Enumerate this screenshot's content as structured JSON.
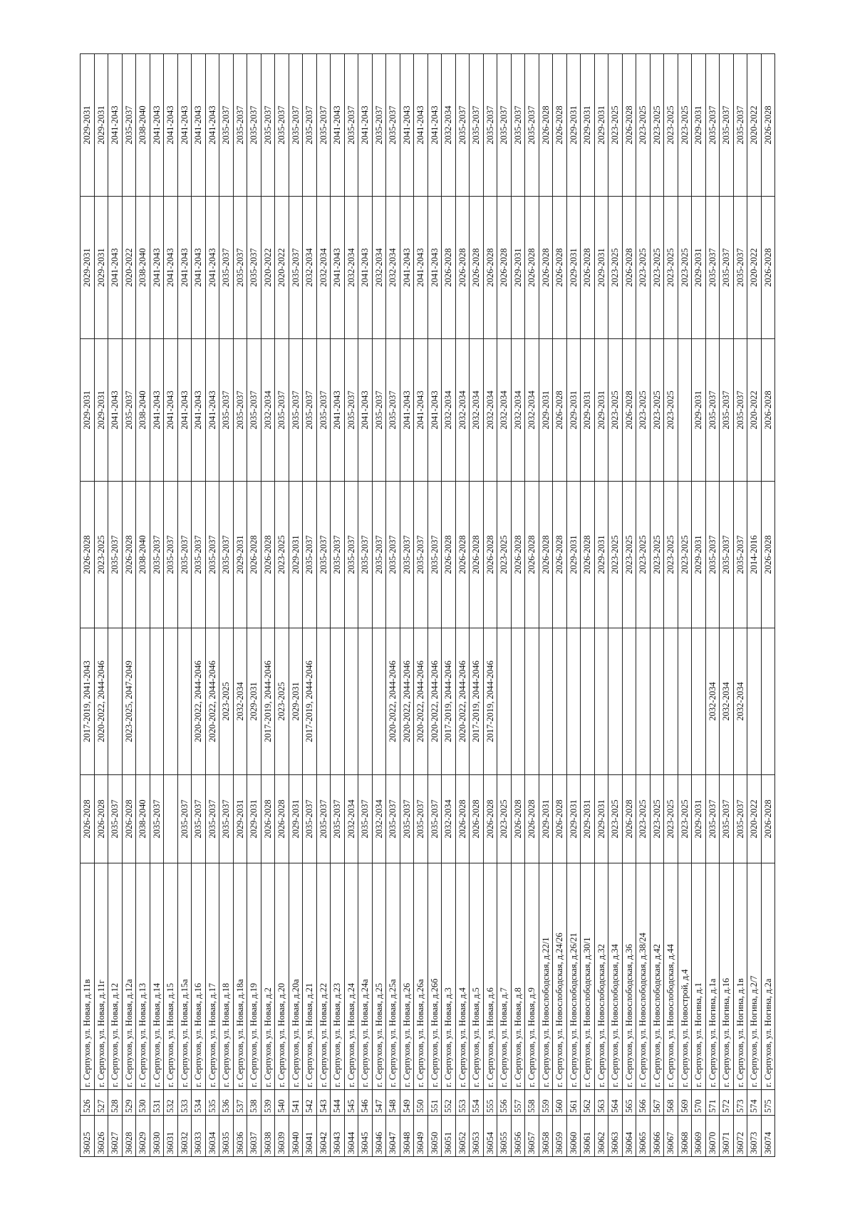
{
  "rows": [
    {
      "id": "36025",
      "num": "526",
      "address": "г. Серпухов, ул. Новая, д.11в",
      "p1": "2026-2028",
      "p2": "2017-2019, 2041-2043",
      "p3": "2026-2028",
      "p4": "2029-2031",
      "p5": "2029-2031",
      "p6": "2029-2031"
    },
    {
      "id": "36026",
      "num": "527",
      "address": "г. Серпухов, ул. Новая, д.11г",
      "p1": "2026-2028",
      "p2": "2020-2022, 2044-2046",
      "p3": "2023-2025",
      "p4": "2029-2031",
      "p5": "2029-2031",
      "p6": "2029-2031"
    },
    {
      "id": "36027",
      "num": "528",
      "address": "г. Серпухов, ул. Новая, д.12",
      "p1": "2035-2037",
      "p2": "",
      "p3": "2035-2037",
      "p4": "2041-2043",
      "p5": "2041-2043",
      "p6": "2041-2043"
    },
    {
      "id": "36028",
      "num": "529",
      "address": "г. Серпухов, ул. Новая, д.12а",
      "p1": "2026-2028",
      "p2": "2023-2025, 2047-2049",
      "p3": "2026-2028",
      "p4": "2035-2037",
      "p5": "2020-2022",
      "p6": "2035-2037"
    },
    {
      "id": "36029",
      "num": "530",
      "address": "г. Серпухов, ул. Новая, д.13",
      "p1": "2038-2040",
      "p2": "",
      "p3": "2038-2040",
      "p4": "2038-2040",
      "p5": "2038-2040",
      "p6": "2038-2040"
    },
    {
      "id": "36030",
      "num": "531",
      "address": "г. Серпухов, ул. Новая, д.14",
      "p1": "2035-2037",
      "p2": "",
      "p3": "2035-2037",
      "p4": "2041-2043",
      "p5": "2041-2043",
      "p6": "2041-2043"
    },
    {
      "id": "36031",
      "num": "532",
      "address": "г. Серпухов, ул. Новая, д.15",
      "p1": "",
      "p2": "",
      "p3": "2035-2037",
      "p4": "2041-2043",
      "p5": "2041-2043",
      "p6": "2041-2043"
    },
    {
      "id": "36032",
      "num": "533",
      "address": "г. Серпухов, ул. Новая, д.15а",
      "p1": "2035-2037",
      "p2": "",
      "p3": "2035-2037",
      "p4": "2041-2043",
      "p5": "2041-2043",
      "p6": "2041-2043"
    },
    {
      "id": "36033",
      "num": "534",
      "address": "г. Серпухов, ул. Новая, д.16",
      "p1": "2035-2037",
      "p2": "2020-2022, 2044-2046",
      "p3": "2035-2037",
      "p4": "2041-2043",
      "p5": "2041-2043",
      "p6": "2041-2043"
    },
    {
      "id": "36034",
      "num": "535",
      "address": "г. Серпухов, ул. Новая, д.17",
      "p1": "2035-2037",
      "p2": "2020-2022, 2044-2046",
      "p3": "2035-2037",
      "p4": "2041-2043",
      "p5": "2041-2043",
      "p6": "2041-2043"
    },
    {
      "id": "36035",
      "num": "536",
      "address": "г. Серпухов, ул. Новая, д.18",
      "p1": "2035-2037",
      "p2": "2023-2025",
      "p3": "2035-2037",
      "p4": "2035-2037",
      "p5": "2035-2037",
      "p6": "2035-2037"
    },
    {
      "id": "36036",
      "num": "537",
      "address": "г. Серпухов, ул. Новая, д.18а",
      "p1": "2029-2031",
      "p2": "2032-2034",
      "p3": "2029-2031",
      "p4": "2035-2037",
      "p5": "2035-2037",
      "p6": "2035-2037"
    },
    {
      "id": "36037",
      "num": "538",
      "address": "г. Серпухов, ул. Новая, д.19",
      "p1": "2029-2031",
      "p2": "2029-2031",
      "p3": "2026-2028",
      "p4": "2035-2037",
      "p5": "2035-2037",
      "p6": "2035-2037"
    },
    {
      "id": "36038",
      "num": "539",
      "address": "г. Серпухов, ул. Новая, д.2",
      "p1": "2026-2028",
      "p2": "2017-2019, 2044-2046",
      "p3": "2026-2028",
      "p4": "2032-2034",
      "p5": "2020-2022",
      "p6": "2035-2037"
    },
    {
      "id": "36039",
      "num": "540",
      "address": "г. Серпухов, ул. Новая, д.20",
      "p1": "2026-2028",
      "p2": "2023-2025",
      "p3": "2023-2025",
      "p4": "2035-2037",
      "p5": "2020-2022",
      "p6": "2035-2037"
    },
    {
      "id": "36040",
      "num": "541",
      "address": "г. Серпухов, ул. Новая, д.20а",
      "p1": "2029-2031",
      "p2": "2029-2031",
      "p3": "2029-2031",
      "p4": "2035-2037",
      "p5": "2035-2037",
      "p6": "2035-2037"
    },
    {
      "id": "36041",
      "num": "542",
      "address": "г. Серпухов, ул. Новая, д.21",
      "p1": "2035-2037",
      "p2": "2017-2019, 2044-2046",
      "p3": "2035-2037",
      "p4": "2035-2037",
      "p5": "2032-2034",
      "p6": "2035-2037"
    },
    {
      "id": "36042",
      "num": "543",
      "address": "г. Серпухов, ул. Новая, д.22",
      "p1": "2035-2037",
      "p2": "",
      "p3": "2035-2037",
      "p4": "2035-2037",
      "p5": "2032-2034",
      "p6": "2035-2037"
    },
    {
      "id": "36043",
      "num": "544",
      "address": "г. Серпухов, ул. Новая, д.23",
      "p1": "2035-2037",
      "p2": "",
      "p3": "2035-2037",
      "p4": "2041-2043",
      "p5": "2041-2043",
      "p6": "2041-2043"
    },
    {
      "id": "36044",
      "num": "545",
      "address": "г. Серпухов, ул. Новая, д.24",
      "p1": "2032-2034",
      "p2": "",
      "p3": "2035-2037",
      "p4": "2035-2037",
      "p5": "2032-2034",
      "p6": "2035-2037"
    },
    {
      "id": "36045",
      "num": "546",
      "address": "г. Серпухов, ул. Новая, д.24а",
      "p1": "2035-2037",
      "p2": "",
      "p3": "2035-2037",
      "p4": "2041-2043",
      "p5": "2041-2043",
      "p6": "2041-2043"
    },
    {
      "id": "36046",
      "num": "547",
      "address": "г. Серпухов, ул. Новая, д.25",
      "p1": "2032-2034",
      "p2": "",
      "p3": "2035-2037",
      "p4": "2035-2037",
      "p5": "2032-2034",
      "p6": "2035-2037"
    },
    {
      "id": "36047",
      "num": "548",
      "address": "г. Серпухов, ул. Новая, д.25а",
      "p1": "2035-2037",
      "p2": "2020-2022, 2044-2046",
      "p3": "2035-2037",
      "p4": "2035-2037",
      "p5": "2032-2034",
      "p6": "2035-2037"
    },
    {
      "id": "36048",
      "num": "549",
      "address": "г. Серпухов, ул. Новая, д.26",
      "p1": "2035-2037",
      "p2": "2020-2022, 2044-2046",
      "p3": "2035-2037",
      "p4": "2041-2043",
      "p5": "2041-2043",
      "p6": "2041-2043"
    },
    {
      "id": "36049",
      "num": "550",
      "address": "г. Серпухов, ул. Новая, д.26а",
      "p1": "2035-2037",
      "p2": "2020-2022, 2044-2046",
      "p3": "2035-2037",
      "p4": "2041-2043",
      "p5": "2041-2043",
      "p6": "2041-2043"
    },
    {
      "id": "36050",
      "num": "551",
      "address": "г. Серпухов, ул. Новая, д.26б",
      "p1": "2035-2037",
      "p2": "2020-2022, 2044-2046",
      "p3": "2035-2037",
      "p4": "2041-2043",
      "p5": "2041-2043",
      "p6": "2041-2043"
    },
    {
      "id": "36051",
      "num": "552",
      "address": "г. Серпухов, ул. Новая, д.3",
      "p1": "2032-2034",
      "p2": "2017-2019, 2044-2046",
      "p3": "2026-2028",
      "p4": "2032-2034",
      "p5": "2026-2028",
      "p6": "2032-2034"
    },
    {
      "id": "36052",
      "num": "553",
      "address": "г. Серпухов, ул. Новая, д.4",
      "p1": "2026-2028",
      "p2": "2020-2022, 2044-2046",
      "p3": "2026-2028",
      "p4": "2032-2034",
      "p5": "2026-2028",
      "p6": "2035-2037"
    },
    {
      "id": "36053",
      "num": "554",
      "address": "г. Серпухов, ул. Новая, д.5",
      "p1": "2026-2028",
      "p2": "2017-2019, 2044-2046",
      "p3": "2026-2028",
      "p4": "2032-2034",
      "p5": "2026-2028",
      "p6": "2035-2037"
    },
    {
      "id": "36054",
      "num": "555",
      "address": "г. Серпухов, ул. Новая, д.6",
      "p1": "2026-2028",
      "p2": "2017-2019, 2044-2046",
      "p3": "2026-2028",
      "p4": "2032-2034",
      "p5": "2026-2028",
      "p6": "2035-2037"
    },
    {
      "id": "36055",
      "num": "556",
      "address": "г. Серпухов, ул. Новая, д.7",
      "p1": "2023-2025",
      "p2": "",
      "p3": "2023-2025",
      "p4": "2032-2034",
      "p5": "2026-2028",
      "p6": "2035-2037"
    },
    {
      "id": "36056",
      "num": "557",
      "address": "г. Серпухов, ул. Новая, д.8",
      "p1": "2026-2028",
      "p2": "",
      "p3": "2026-2028",
      "p4": "2032-2034",
      "p5": "2029-2031",
      "p6": "2035-2037"
    },
    {
      "id": "36057",
      "num": "558",
      "address": "г. Серпухов, ул. Новая, д.9",
      "p1": "2026-2028",
      "p2": "",
      "p3": "2026-2028",
      "p4": "2032-2034",
      "p5": "2026-2028",
      "p6": "2035-2037"
    },
    {
      "id": "36058",
      "num": "559",
      "address": "г. Серпухов, ул. Новослободская, д.22/1",
      "p1": "2029-2031",
      "p2": "",
      "p3": "2026-2028",
      "p4": "2029-2031",
      "p5": "2026-2028",
      "p6": "2026-2028"
    },
    {
      "id": "36059",
      "num": "560",
      "address": "г. Серпухов, ул. Новослободская, д.24/26",
      "p1": "2026-2028",
      "p2": "",
      "p3": "2026-2028",
      "p4": "2026-2028",
      "p5": "2026-2028",
      "p6": "2026-2028"
    },
    {
      "id": "36060",
      "num": "561",
      "address": "г. Серпухов, ул. Новослободская, д.26/21",
      "p1": "2029-2031",
      "p2": "",
      "p3": "2029-2031",
      "p4": "2029-2031",
      "p5": "2029-2031",
      "p6": "2029-2031"
    },
    {
      "id": "36061",
      "num": "562",
      "address": "г. Серпухов, ул. Новослободская, д.30/1",
      "p1": "2029-2031",
      "p2": "",
      "p3": "2026-2028",
      "p4": "2029-2031",
      "p5": "2026-2028",
      "p6": "2029-2031"
    },
    {
      "id": "36062",
      "num": "563",
      "address": "г. Серпухов, ул. Новослободская, д.32",
      "p1": "2029-2031",
      "p2": "",
      "p3": "2029-2031",
      "p4": "2029-2031",
      "p5": "2029-2031",
      "p6": "2029-2031"
    },
    {
      "id": "36063",
      "num": "564",
      "address": "г. Серпухов, ул. Новослободская, д.34",
      "p1": "2023-2025",
      "p2": "",
      "p3": "2023-2025",
      "p4": "2023-2025",
      "p5": "2023-2025",
      "p6": "2023-2025"
    },
    {
      "id": "36064",
      "num": "565",
      "address": "г. Серпухов, ул. Новослободская, д.36",
      "p1": "2026-2028",
      "p2": "",
      "p3": "2023-2025",
      "p4": "2026-2028",
      "p5": "2026-2028",
      "p6": "2026-2028"
    },
    {
      "id": "36065",
      "num": "566",
      "address": "г. Серпухов, ул. Новослободская, д.38/24",
      "p1": "2023-2025",
      "p2": "",
      "p3": "2023-2025",
      "p4": "2023-2025",
      "p5": "2023-2025",
      "p6": "2023-2025"
    },
    {
      "id": "36066",
      "num": "567",
      "address": "г. Серпухов, ул. Новослободская, д.42",
      "p1": "2023-2025",
      "p2": "",
      "p3": "2023-2025",
      "p4": "2023-2025",
      "p5": "2023-2025",
      "p6": "2023-2025"
    },
    {
      "id": "36067",
      "num": "568",
      "address": "г. Серпухов, ул. Новослободская, д.44",
      "p1": "2023-2025",
      "p2": "",
      "p3": "2023-2025",
      "p4": "2023-2025",
      "p5": "2023-2025",
      "p6": "2023-2025"
    },
    {
      "id": "36068",
      "num": "569",
      "address": "г. Серпухов, ул. Новострой, д.4",
      "p1": "2023-2025",
      "p2": "",
      "p3": "2023-2025",
      "p4": "",
      "p5": "2023-2025",
      "p6": "2023-2025"
    },
    {
      "id": "36069",
      "num": "570",
      "address": "г. Серпухов, ул. Ногина, д.1",
      "p1": "2029-2031",
      "p2": "",
      "p3": "2029-2031",
      "p4": "2029-2031",
      "p5": "2029-2031",
      "p6": "2029-2031"
    },
    {
      "id": "36070",
      "num": "571",
      "address": "г. Серпухов, ул. Ногина, д.1а",
      "p1": "2035-2037",
      "p2": "2032-2034",
      "p3": "2035-2037",
      "p4": "2035-2037",
      "p5": "2035-2037",
      "p6": "2035-2037"
    },
    {
      "id": "36071",
      "num": "572",
      "address": "г. Серпухов, ул. Ногина, д.16",
      "p1": "2035-2037",
      "p2": "2032-2034",
      "p3": "2035-2037",
      "p4": "2035-2037",
      "p5": "2035-2037",
      "p6": "2035-2037"
    },
    {
      "id": "36072",
      "num": "573",
      "address": "г. Серпухов, ул. Ногина, д.1в",
      "p1": "2035-2037",
      "p2": "2032-2034",
      "p3": "2035-2037",
      "p4": "2035-2037",
      "p5": "2035-2037",
      "p6": "2035-2037"
    },
    {
      "id": "36073",
      "num": "574",
      "address": "г. Серпухов, ул. Ногина, д.2/7",
      "p1": "2020-2022",
      "p2": "",
      "p3": "2014-2016",
      "p4": "2020-2022",
      "p5": "2020-2022",
      "p6": "2020-2022"
    },
    {
      "id": "36074",
      "num": "575",
      "address": "г. Серпухов, ул. Ногина, д.2а",
      "p1": "2026-2028",
      "p2": "",
      "p3": "2026-2028",
      "p4": "2026-2028",
      "p5": "2026-2028",
      "p6": "2026-2028"
    }
  ]
}
